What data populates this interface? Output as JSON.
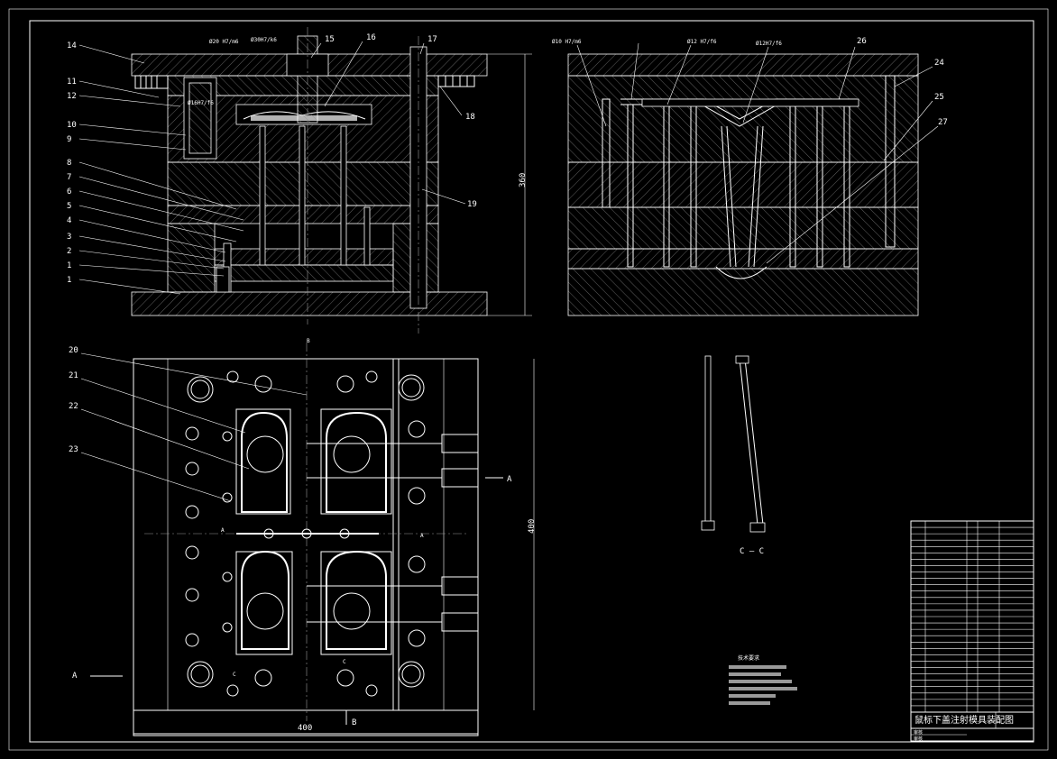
{
  "sheet": {
    "drawing_title": "鼠标下盖注射模具装配图",
    "note_title": "技术要求",
    "section_labels": {
      "cc": "C — C",
      "a_left": "A",
      "a_right": "A",
      "b_bottom": "B",
      "b_top": "B",
      "a1": "A",
      "a2": "A",
      "c1": "C",
      "c2": "C"
    },
    "dimensions": {
      "height_right": "360",
      "plan_height": "400",
      "plan_width": "400"
    }
  },
  "part_labels": [
    "1",
    "2",
    "3",
    "4",
    "5",
    "6",
    "7",
    "8",
    "9",
    "10",
    "11",
    "12",
    "15",
    "14",
    "15",
    "16",
    "17",
    "18",
    "19",
    "20",
    "21",
    "22",
    "23",
    "24",
    "25",
    "26",
    "27"
  ],
  "fits": {
    "f1": "Ø20 H7/m6",
    "f2": "Ø30H7/k6",
    "f3": "Ø16H7/f6",
    "f4": "Ø10 H7/m6",
    "f5": "Ø12 H7/f6",
    "f6": "Ø12H7/f6"
  },
  "title_block": {
    "rows": 30,
    "footer_rows": [
      "审核",
      "审核"
    ]
  }
}
